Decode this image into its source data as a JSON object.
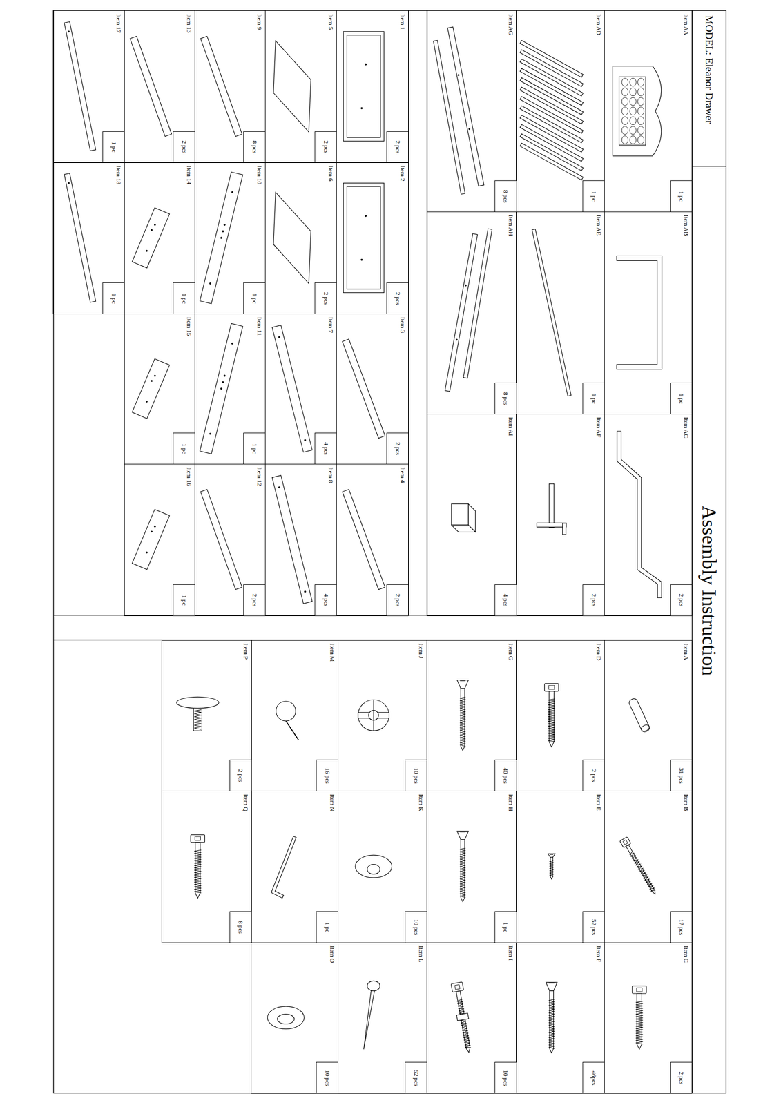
{
  "diagram": {
    "title": "Assembly Instruction",
    "nodes": [
      {
        "text": [
          "Item AA",
          "1 pc"
        ]
      },
      {
        "text": [
          "Item AB",
          "1 pc"
        ]
      },
      {
        "text": [
          "Item AC",
          "2 pcs"
        ]
      },
      {
        "text": [
          "Item AD",
          "1 pc"
        ]
      },
      {
        "text": [
          "Item AE",
          "1 pc"
        ]
      },
      {
        "text": [
          "Item AF",
          "2 pcs"
        ]
      },
      {
        "text": [
          "Item AG",
          "8 pcs"
        ]
      },
      {
        "text": [
          "Item AH",
          "8 pcs"
        ]
      },
      {
        "text": [
          "Item AI",
          "4 pcs"
        ]
      },
      {
        "text": [
          "Item 1",
          "2 pcs"
        ]
      },
      {
        "text": [
          "Item 2",
          "2 pcs"
        ]
      },
      {
        "text": [
          "Item 3",
          "2 pcs"
        ]
      },
      {
        "text": [
          "Item 4",
          "2 pcs"
        ]
      },
      {
        "text": [
          "Item 5",
          "2 pcs"
        ]
      },
      {
        "text": [
          "Item 6",
          "2 pcs"
        ]
      },
      {
        "text": [
          "Item 7",
          "4 pcs"
        ]
      },
      {
        "text": [
          "Item 8",
          "4 pcs"
        ]
      },
      {
        "text": [
          "Item 9",
          "8 pcs"
        ]
      },
      {
        "text": [
          "Item 10",
          "1 pc"
        ]
      },
      {
        "text": [
          "Item 11",
          "1 pc"
        ]
      },
      {
        "text": [
          "Item 12",
          "2 pcs"
        ]
      },
      {
        "text": [
          "Item 13",
          "2 pcs"
        ]
      },
      {
        "text": [
          "Item 14",
          "1 pc"
        ]
      },
      {
        "text": [
          "Item 15",
          "1 pc"
        ]
      },
      {
        "text": [
          "Item 16",
          "1 pc"
        ]
      },
      {
        "text": [
          "Item 17",
          "1 pc"
        ]
      },
      {
        "text": [
          "Item 18",
          "1 pc"
        ]
      },
      {
        "text": [
          "Item A",
          "31 pcs"
        ]
      },
      {
        "text": [
          "Item B",
          "17 pcs"
        ]
      },
      {
        "text": [
          "Item C",
          "2 pcs"
        ]
      },
      {
        "text": [
          "Item D",
          "2 pcs"
        ]
      },
      {
        "text": [
          "Item E",
          "52 pcs"
        ]
      },
      {
        "text": [
          "Item F",
          "46pcs"
        ]
      },
      {
        "text": [
          "Item G",
          "40 pcs"
        ]
      },
      {
        "text": [
          "Item H",
          "1 pc"
        ]
      },
      {
        "text": [
          "Item I",
          "10 pcs"
        ]
      },
      {
        "text": [
          "Item J",
          "10 pcs"
        ]
      },
      {
        "text": [
          "Item K",
          "10 pcs"
        ]
      },
      {
        "text": [
          "Item L",
          "52 pcs"
        ]
      },
      {
        "text": [
          "Item M",
          "16 pcs"
        ]
      },
      {
        "text": [
          "Item N",
          "1 pc"
        ]
      },
      {
        "text": [
          "Item O",
          "10 pcs"
        ]
      },
      {
        "text": [
          "Item P",
          "2 pcs"
        ]
      },
      {
        "text": [
          "Item Q",
          "8 pcs"
        ]
      }
    ],
    "labels": [
      "MODEL: Eleanor Drawer"
    ]
  }
}
